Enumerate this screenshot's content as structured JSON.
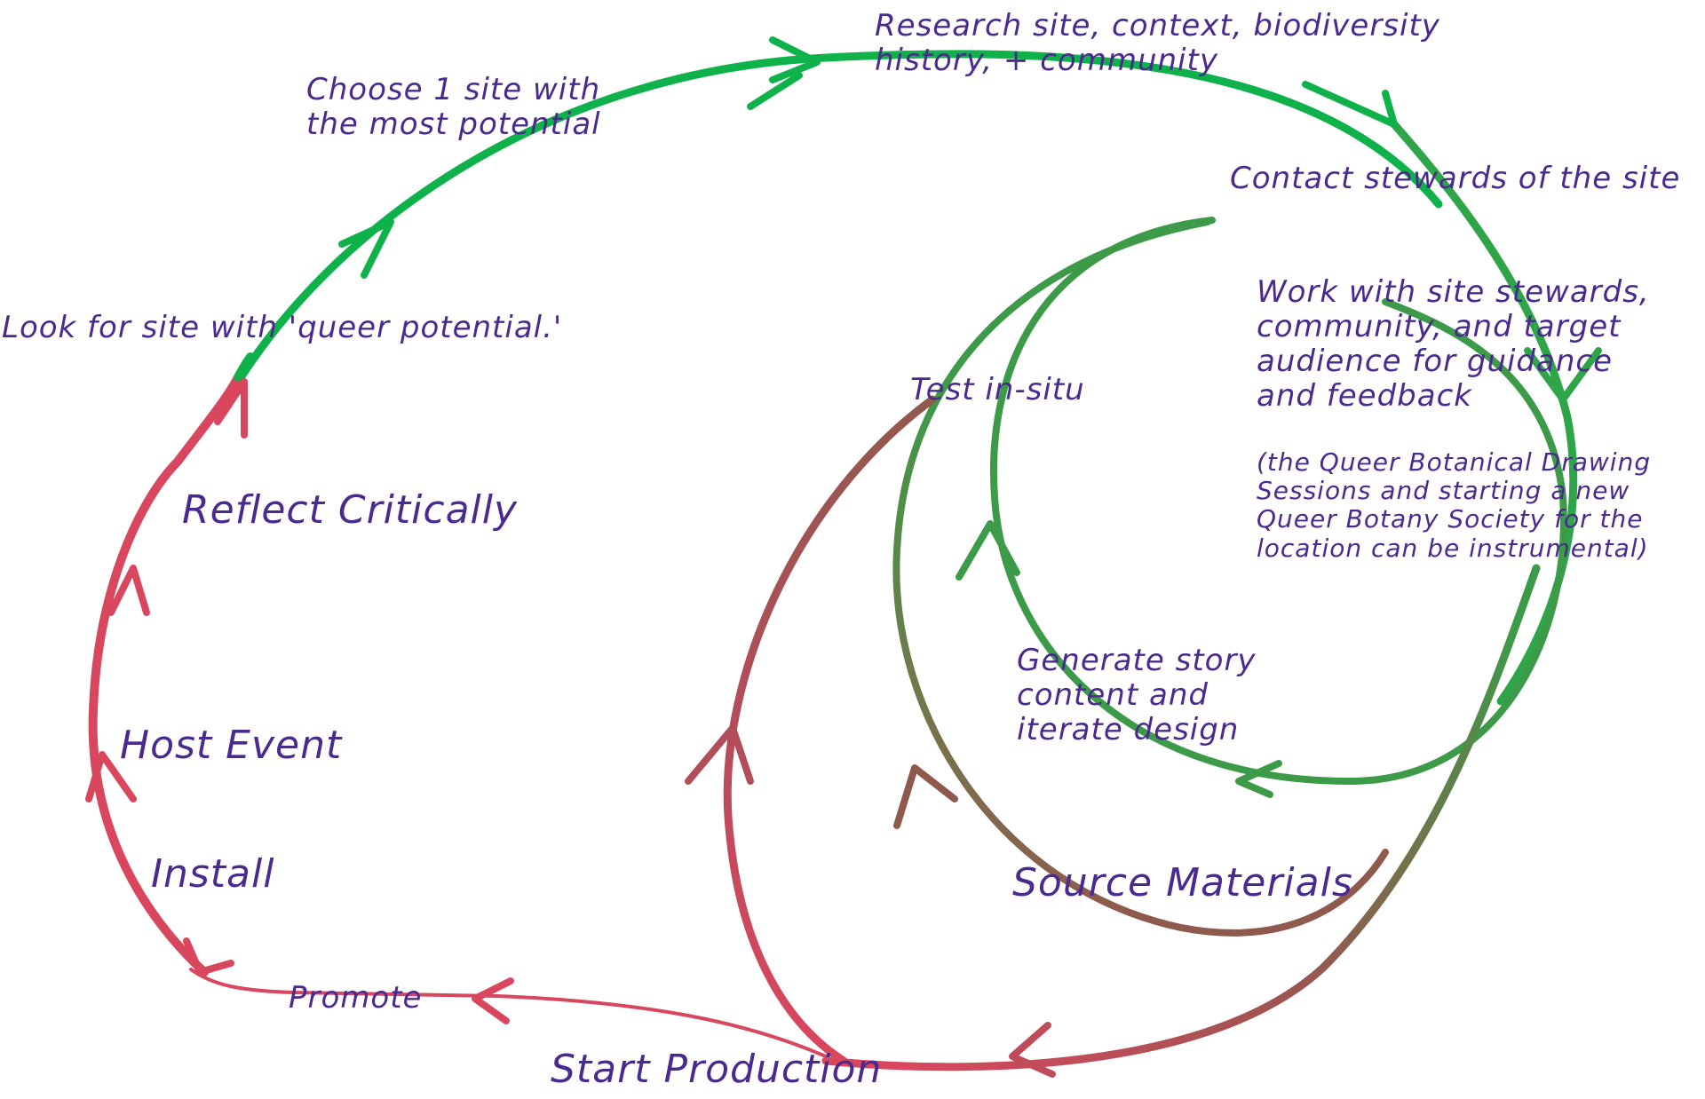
{
  "colors": {
    "green": "#0fb24a",
    "green_dark": "#3d9a48",
    "red": "#d9475f",
    "brown": "#8f5a4d",
    "text": "#4b2a8f"
  },
  "labels": {
    "research": [
      "Research site, context, biodiversity",
      "history, + community"
    ],
    "choose": [
      "Choose 1 site with",
      "the most potential"
    ],
    "contact": [
      "Contact stewards of the site"
    ],
    "look": [
      "Look for site with 'queer potential.'"
    ],
    "work": [
      "Work with site stewards,",
      "community, and target",
      "audience for guidance",
      "and feedback"
    ],
    "work_note": [
      "(the Queer Botanical Drawing",
      "Sessions and starting a new",
      "Queer Botany Society for the",
      "location can be instrumental)"
    ],
    "test": [
      "Test in-situ"
    ],
    "reflect": [
      "Reflect Critically"
    ],
    "generate": [
      "Generate story",
      "content and",
      "iterate design"
    ],
    "host": [
      "Host Event"
    ],
    "install": [
      "Install"
    ],
    "source": [
      "Source Materials"
    ],
    "promote": [
      "Promote"
    ],
    "start": [
      "Start Production"
    ]
  }
}
